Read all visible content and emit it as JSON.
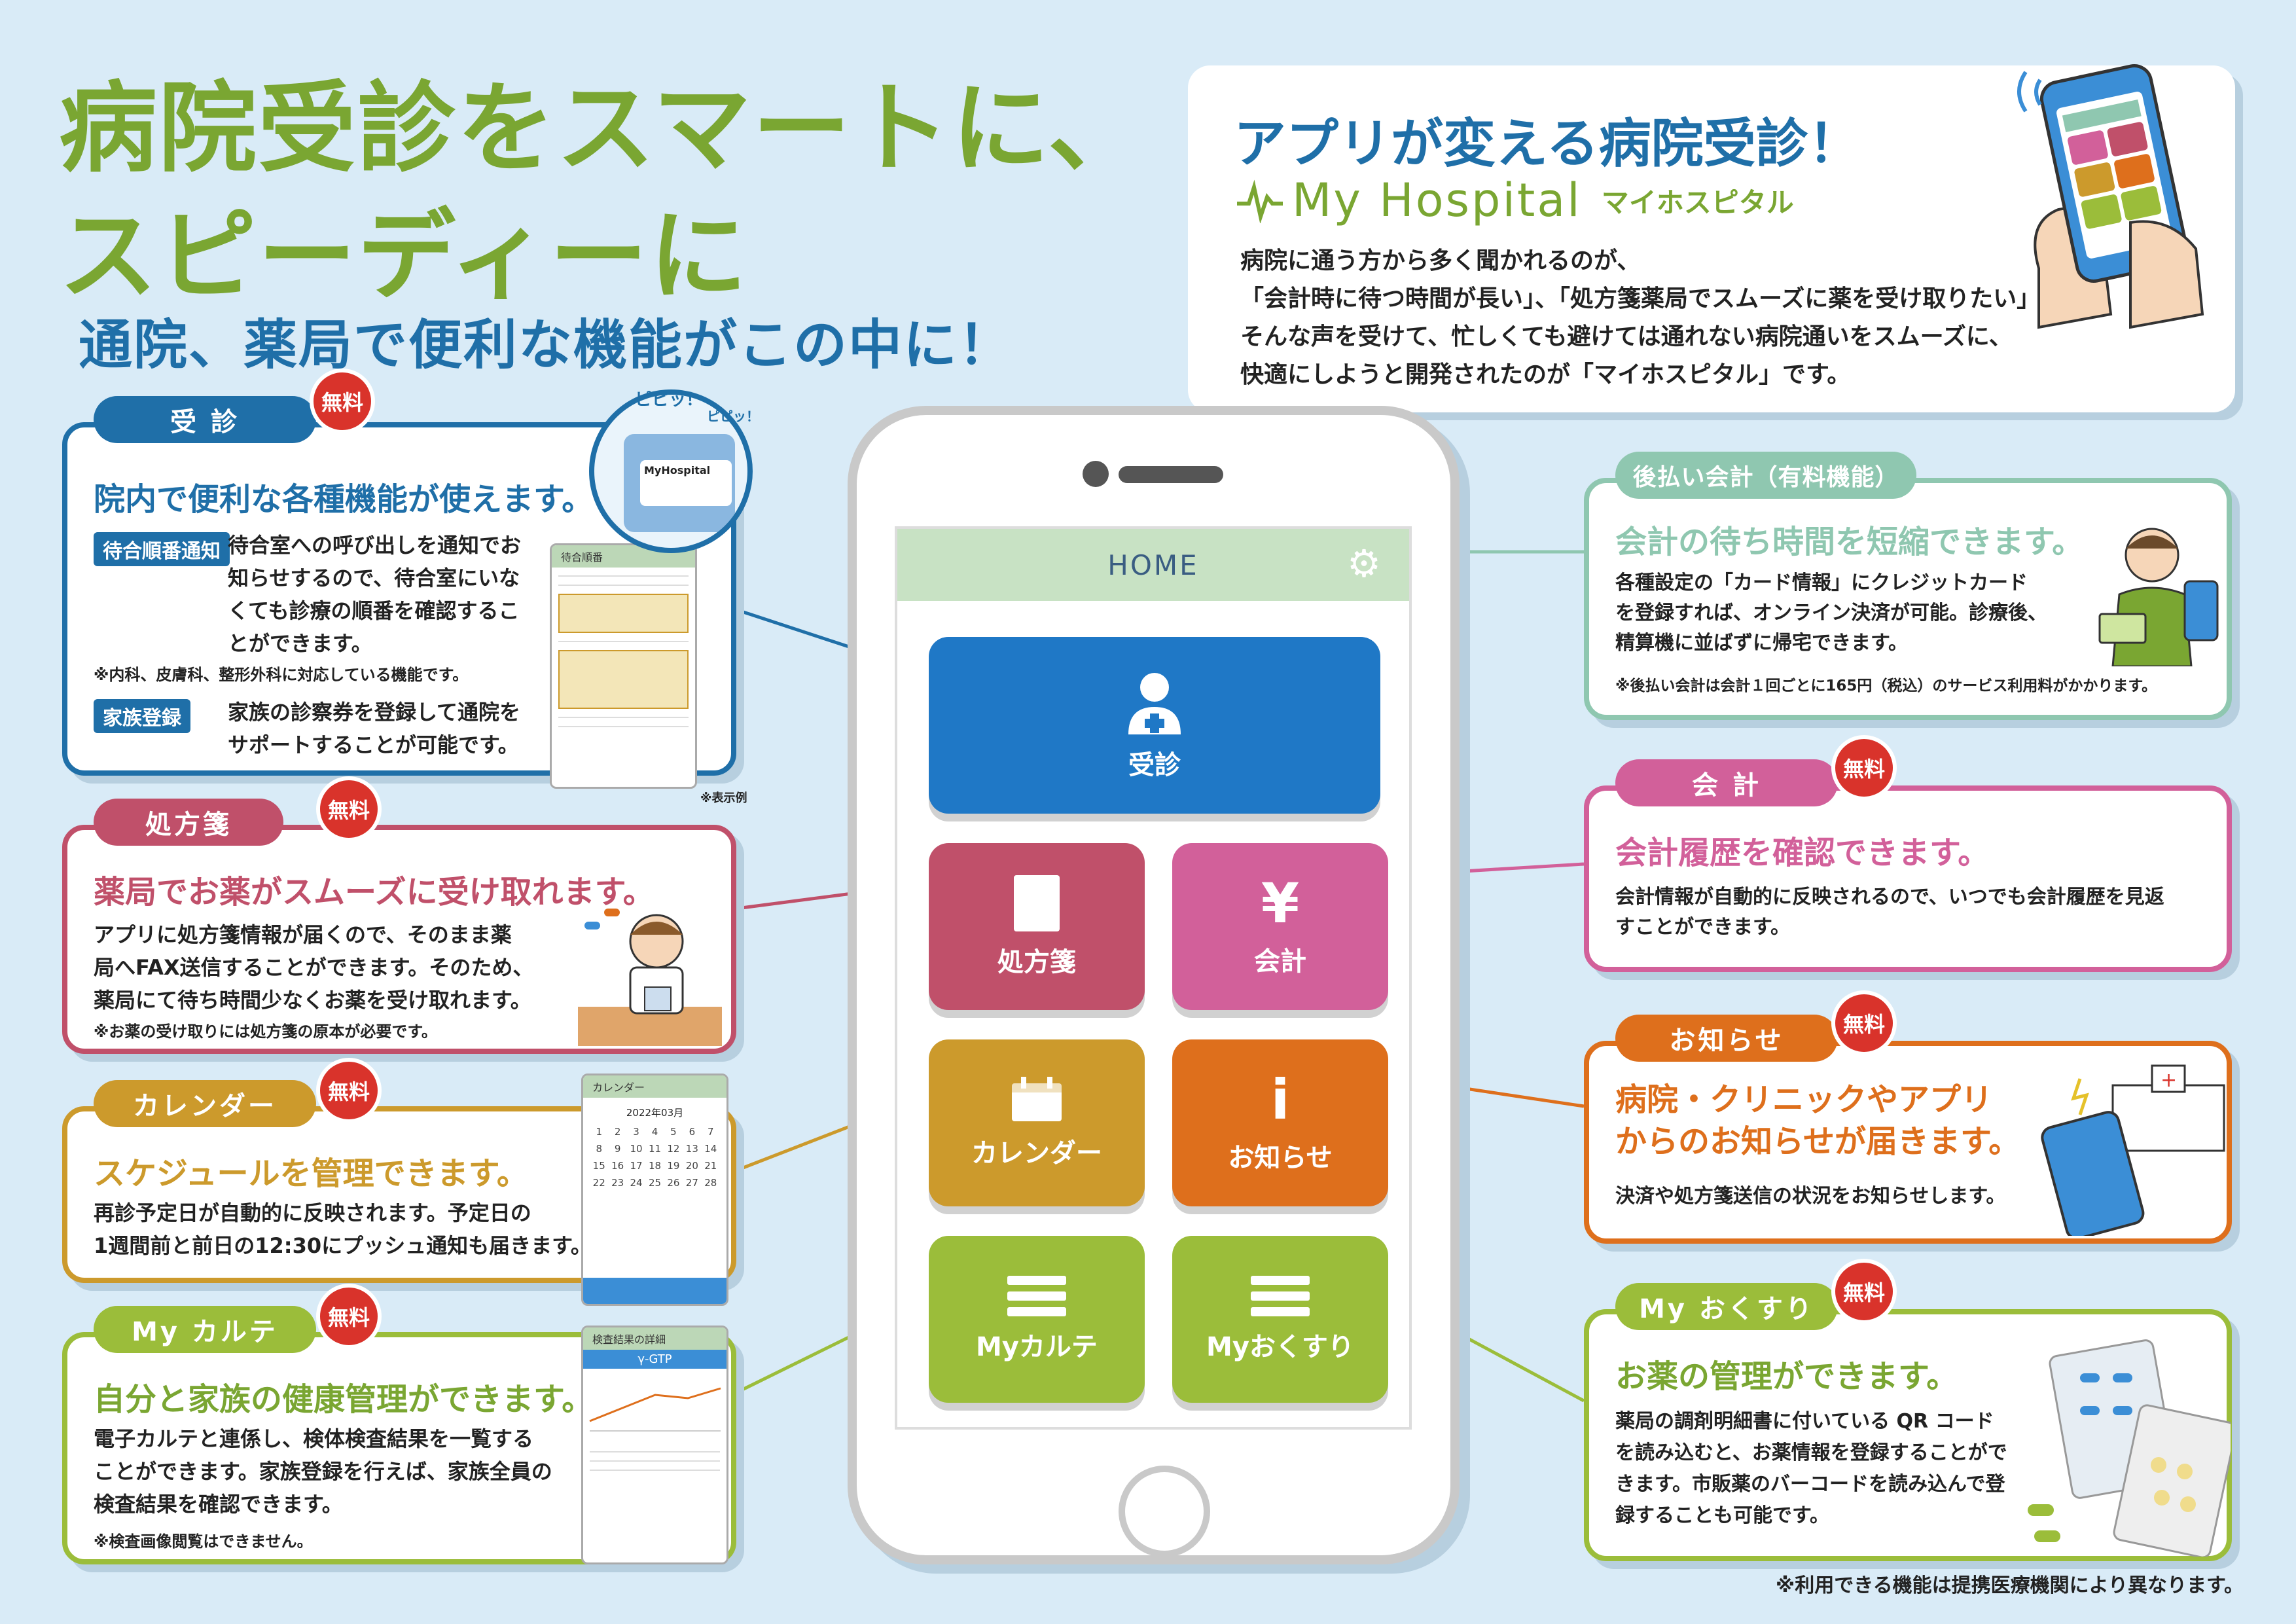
{
  "headline": {
    "line1": "病院受診をスマートに、",
    "line2": "スピーディーに",
    "sub": "通院、薬局で便利な機能がこの中に！"
  },
  "intro": {
    "title": "アプリが変える病院受診！",
    "logo_text": "My Hospital",
    "logo_kana": "マイホスピタル",
    "lines": [
      "病院に通う方から多く聞かれるのが、",
      "「会計時に待つ時間が長い」、「処方箋薬局でスムーズに薬を受け取りたい」など。",
      "そんな声を受けて、忙しくても避けては通れない病院通いをスムーズに、",
      "快適にしようと開発されたのが「マイホスピタル」です。"
    ]
  },
  "free_label": "無料",
  "features": {
    "jushin": {
      "tab": "受 診",
      "head": "院内で便利な各種機能が使えます。",
      "chip1": "待合順番通知",
      "text1": [
        "待合室への呼び出しを通知でお",
        "知らせするので、待合室にいな",
        "くても診療の順番を確認するこ",
        "とができます。"
      ],
      "note1": "※内科、皮膚科、整形外科に対応している機能です。",
      "chip2": "家族登録",
      "text2": [
        "家族の診察券を登録して通院を",
        "サポートすることが可能です。"
      ],
      "bubble": "ピピッ！",
      "bubble2": "ピピッ！",
      "sample": "※表示例"
    },
    "shohosen": {
      "tab": "処方箋",
      "head": "薬局でお薬がスムーズに受け取れます。",
      "text": [
        "アプリに処方箋情報が届くので、そのまま薬",
        "局へFAX送信することができます。そのため、",
        "薬局にて待ち時間少なくお薬を受け取れます。"
      ],
      "note": "※お薬の受け取りには処方箋の原本が必要です。"
    },
    "calendar": {
      "tab": "カレンダー",
      "head": "スケジュールを管理できます。",
      "text": [
        "再診予定日が自動的に反映されます。予定日の",
        "1週間前と前日の12:30にプッシュ通知も届きます。"
      ]
    },
    "karte": {
      "tab": "My カルテ",
      "head": "自分と家族の健康管理ができます。",
      "text": [
        "電子カルテと連係し、検体検査結果を一覧する",
        "ことができます。家族登録を行えば、家族全員の",
        "検査結果を確認できます。"
      ],
      "note": "※検査画像閲覧はできません。"
    },
    "atobarai": {
      "tab": "後払い会計（有料機能）",
      "head": "会計の待ち時間を短縮できます。",
      "text": [
        "各種設定の「カード情報」にクレジットカード",
        "を登録すれば、オンライン決済が可能。診療後、",
        "精算機に並ばずに帰宅できます。"
      ],
      "note": "※後払い会計は会計１回ごとに165円（税込）のサービス利用料がかかります。"
    },
    "kaikei": {
      "tab": "会 計",
      "head": "会計履歴を確認できます。",
      "text": [
        "会計情報が自動的に反映されるので、いつでも会計履歴を見返",
        "すことができます。"
      ]
    },
    "oshirase": {
      "tab": "お知らせ",
      "head1": "病院・クリニックやアプリ",
      "head2": "からのお知らせが届きます。",
      "text": [
        "決済や処方箋送信の状況をお知らせします。"
      ]
    },
    "okusuri": {
      "tab": "My おくすり",
      "head": "お薬の管理ができます。",
      "text": [
        "薬局の調剤明細書に付いている QR コード",
        "を読み込むと、お薬情報を登録することがで",
        "きます。市販薬のバーコードを読み込んで登",
        "録することも可能です。"
      ]
    }
  },
  "phone": {
    "home": "HOME",
    "tiles": {
      "jushin": "受診",
      "shohosen": "処方箋",
      "kaikei": "会計",
      "calendar": "カレンダー",
      "oshirase": "お知らせ",
      "karte": "Myカルテ",
      "okusuri": "Myおくすり"
    }
  },
  "mini": {
    "calendar_title": "カレンダー",
    "calendar_month": "2022年03月",
    "karte_title": "検査結果の詳細",
    "karte_item": "γ-GTP",
    "jushin_title": "待合順番"
  },
  "footnote": "※利用できる機能は提携医療機関により異なります。",
  "colors": {
    "green": "#7aa632",
    "blue": "#1f6fa8",
    "crimson": "#c0506a",
    "pink": "#d2609a",
    "gold": "#cc9a2c",
    "orange": "#de6f1c",
    "lime": "#9bbd3a",
    "mint": "#8fc7b0",
    "red": "#d9332b"
  }
}
